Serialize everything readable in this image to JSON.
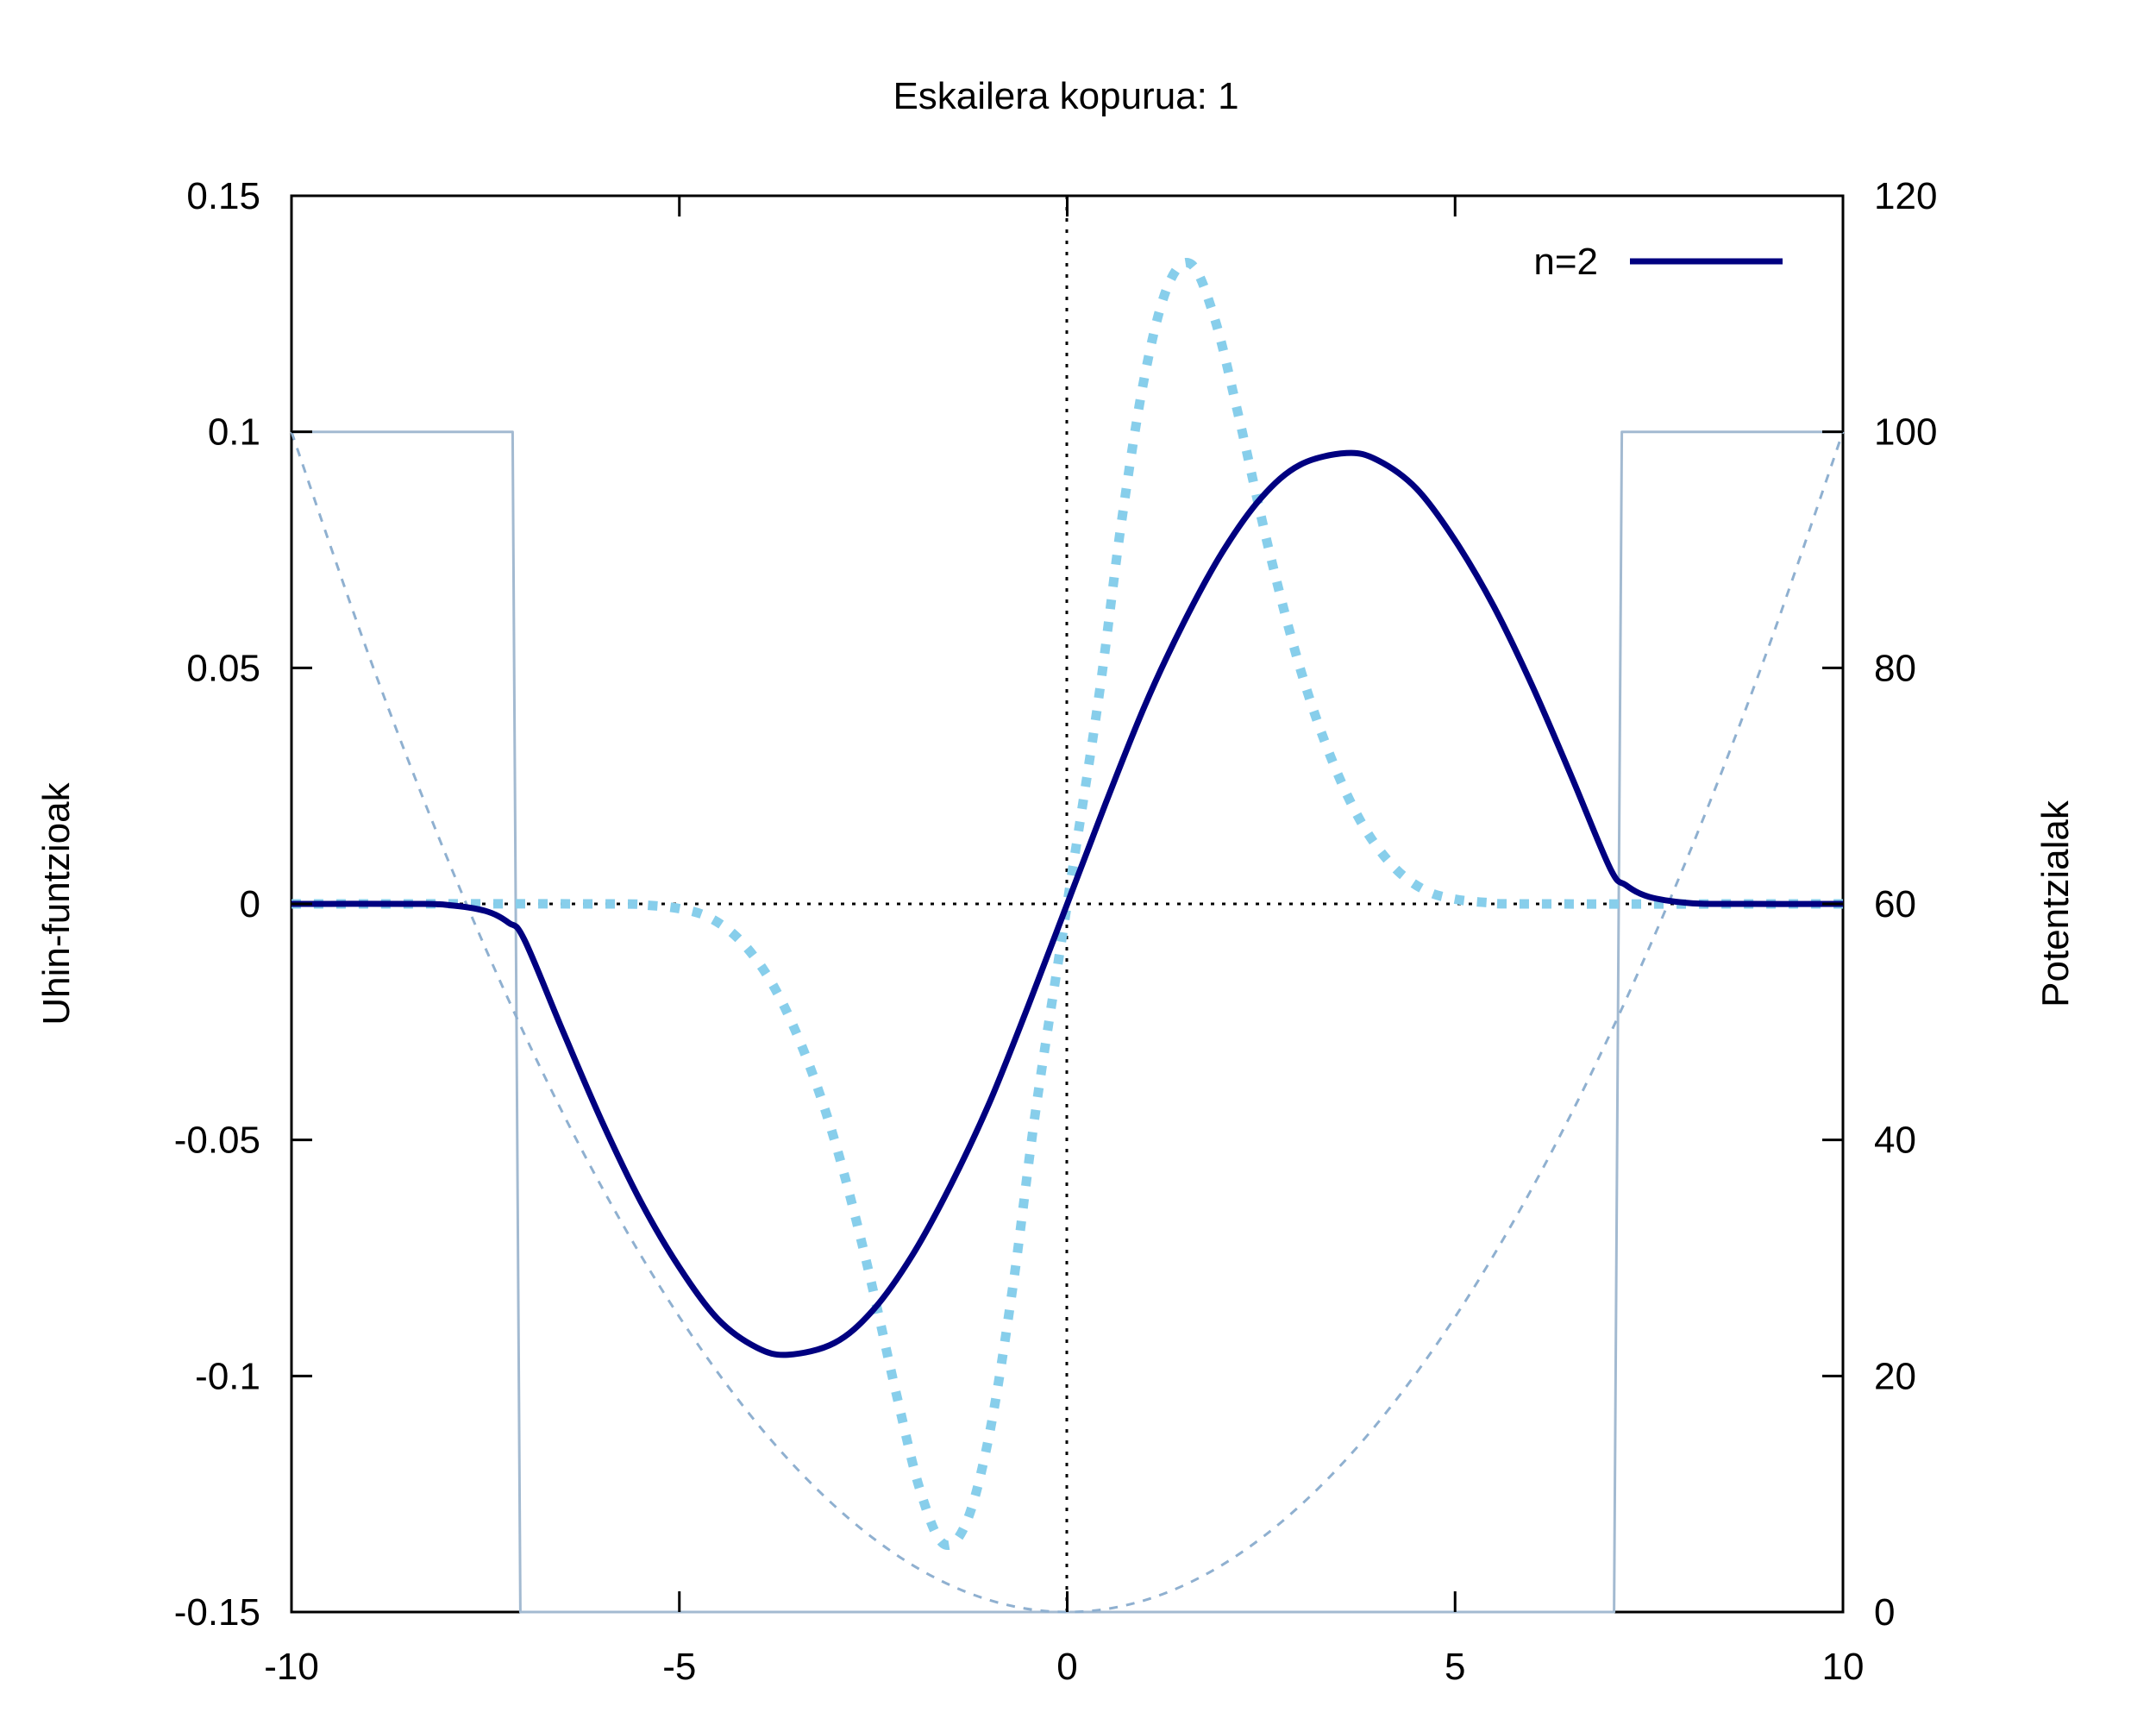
{
  "chart_data": {
    "type": "line",
    "title": "Eskailera kopurua: 1",
    "xlabel": "",
    "ylabel": "Uhin-funtzioak",
    "y2label": "Potentzialak",
    "xlim": [
      -10,
      10
    ],
    "ylim": [
      -0.15,
      0.15
    ],
    "y2lim": [
      0,
      120
    ],
    "xticks": [
      -10,
      -5,
      0,
      5,
      10
    ],
    "yticks": [
      -0.15,
      -0.1,
      -0.05,
      0,
      0.05,
      0.1,
      0.15
    ],
    "y2ticks": [
      0,
      20,
      40,
      60,
      80,
      100,
      120
    ],
    "xtick_labels": [
      "-10",
      "-5",
      "0",
      "5",
      "10"
    ],
    "ytick_labels": [
      "-0.15",
      "-0.1",
      "-0.05",
      "0",
      "0.05",
      "0.1",
      "0.15"
    ],
    "y2tick_labels": [
      "0",
      "20",
      "40",
      "60",
      "80",
      "100",
      "120"
    ],
    "grid": false,
    "legend_position": "top-right",
    "series": [
      {
        "name": "n=2",
        "axis": "y",
        "style": "solid",
        "color": "#000080",
        "x": [
          -10,
          -8.5,
          -8,
          -7.5,
          -7.2,
          -7,
          -6.5,
          -6,
          -5.5,
          -5,
          -4.5,
          -4,
          -3.6,
          -3,
          -2.5,
          -2,
          -1.5,
          -1,
          -0.5,
          0,
          0.5,
          1,
          1.5,
          2,
          2.5,
          3,
          3.6,
          4,
          4.5,
          5,
          5.5,
          6,
          6.5,
          7,
          7.2,
          7.5,
          8,
          8.5,
          10
        ],
        "y": [
          0,
          0,
          -0.0002,
          -0.0015,
          -0.004,
          -0.0075,
          -0.027,
          -0.046,
          -0.063,
          -0.077,
          -0.088,
          -0.094,
          -0.0955,
          -0.093,
          -0.086,
          -0.0745,
          -0.0595,
          -0.042,
          -0.0215,
          0,
          0.0215,
          0.042,
          0.0595,
          0.0745,
          0.086,
          0.093,
          0.0955,
          0.094,
          0.088,
          0.077,
          0.063,
          0.046,
          0.027,
          0.0075,
          0.004,
          0.0015,
          0.0002,
          0,
          0
        ]
      },
      {
        "name": "",
        "axis": "y",
        "style": "dotted",
        "color": "#87ceeb",
        "x": [
          -10,
          -6,
          -5.5,
          -5,
          -4.6,
          -4.2,
          -3.8,
          -3.4,
          -3,
          -2.6,
          -2.2,
          -1.9,
          -1.6,
          -1.3,
          -1,
          -0.7,
          -0.4,
          0,
          0.4,
          0.7,
          1,
          1.3,
          1.6,
          1.9,
          2.2,
          2.6,
          3,
          3.4,
          3.8,
          4.2,
          4.6,
          5,
          5.5,
          6,
          10
        ],
        "y": [
          0,
          0,
          -0.0002,
          -0.001,
          -0.003,
          -0.008,
          -0.017,
          -0.031,
          -0.05,
          -0.075,
          -0.104,
          -0.124,
          -0.1355,
          -0.131,
          -0.112,
          -0.081,
          -0.043,
          0,
          0.043,
          0.081,
          0.112,
          0.131,
          0.1355,
          0.124,
          0.104,
          0.075,
          0.05,
          0.031,
          0.017,
          0.008,
          0.003,
          0.001,
          0.0002,
          0,
          0
        ]
      },
      {
        "name": "",
        "axis": "y2",
        "style": "solid",
        "color": "#a3bad1",
        "x": [
          -10,
          -7.15,
          -7.05,
          7.05,
          7.15,
          10
        ],
        "y": [
          100,
          100,
          0,
          0,
          100,
          100
        ]
      },
      {
        "name": "",
        "axis": "y2",
        "style": "dashed",
        "color": "#8fb0d0",
        "x": [
          -10,
          -9,
          -8,
          -7,
          -6,
          -5,
          -4,
          -3,
          -2,
          -1,
          0,
          1,
          2,
          3,
          4,
          5,
          6,
          7,
          8,
          9,
          10
        ],
        "y": [
          100,
          81,
          64,
          49,
          36,
          25,
          16,
          9,
          4,
          1,
          0,
          1,
          4,
          9,
          16,
          25,
          36,
          49,
          64,
          81,
          100
        ]
      }
    ],
    "reference_lines": [
      {
        "orientation": "horizontal",
        "value": 0,
        "style": "dotted",
        "color": "#000000"
      },
      {
        "orientation": "vertical",
        "value": 0,
        "style": "dotted",
        "color": "#000000"
      }
    ]
  }
}
